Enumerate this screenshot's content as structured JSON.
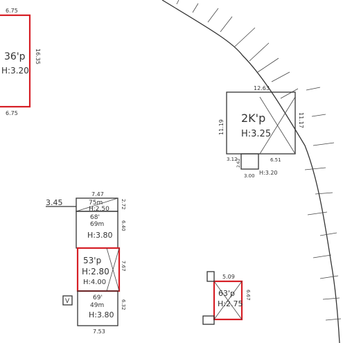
{
  "colors": {
    "ink": "#333333",
    "highlight": "#d61f26",
    "paper": "#ffffff"
  },
  "buildings": {
    "b36": {
      "name": "36'p",
      "height": "H:3.20",
      "dim_top": "6.75",
      "dim_bottom": "6.75",
      "dim_side": "16.35"
    },
    "b2k": {
      "name": "2K'p",
      "height": "H:3.25",
      "dim_top": "12.63",
      "dim_left": "11.19",
      "dim_right": "11.17",
      "dim_bottom_right": "6.51",
      "annex_left": "3.12",
      "annex_side": "2.62",
      "annex_bottom": "3.00",
      "annex_height": "H:3.20"
    },
    "stack": {
      "level": "3.45",
      "dim_top": "7.47",
      "top_name": "75m",
      "top_height": "H:2.50",
      "top_side": "2.72",
      "mid_name": "68'",
      "mid_sub": "69m",
      "mid_height": "H:3.80",
      "mid_side": "6.40",
      "red_name": "53'p",
      "red_height": "H:2.80",
      "red_height2": "H:4.00",
      "red_side": "7.67",
      "bot_name": "69'",
      "bot_sub": "49m",
      "bot_height": "H:3.80",
      "bot_side": "6.32",
      "dim_bottom": "7.53",
      "marker": "V"
    },
    "b63": {
      "name": "63'p",
      "height": "H:2.75",
      "dim_top": "5.09",
      "dim_side": "6.67"
    }
  }
}
